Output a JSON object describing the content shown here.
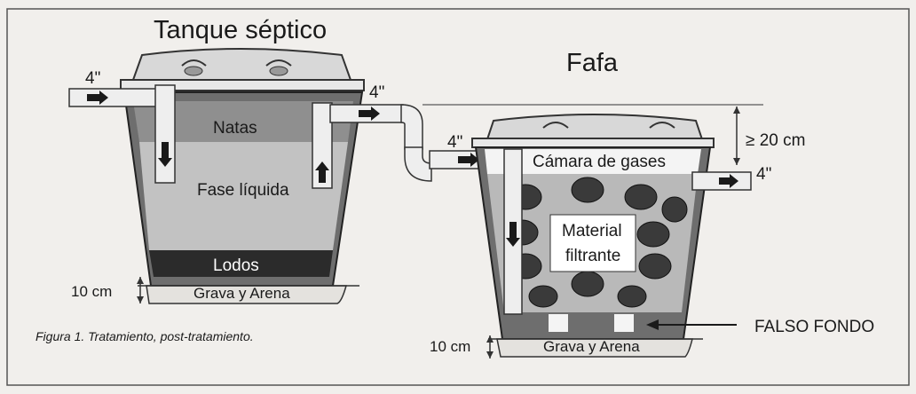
{
  "diagram": {
    "septic_tank_title": "Tanque séptico",
    "filter_title": "Fafa",
    "layers": {
      "natas": "Natas",
      "fase_liquida": "Fase líquida",
      "lodos": "Lodos"
    },
    "gravel_label": "Grava y Arena",
    "gravel_label_2": "Grava y Arena",
    "gas_chamber": "Cámara de gases",
    "filter_material_line1": "Material",
    "filter_material_line2": "filtrante",
    "false_bottom": "FALSO FONDO",
    "min_height": "≥ 20 cm",
    "pipe_inlet": "4\"",
    "pipe_transfer": "4\"",
    "pipe_filter_inlet": "4\"",
    "pipe_outlet": "4\"",
    "depth_left": "10 cm",
    "depth_right": "10 cm",
    "caption": "Figura 1. Tratamiento, post-tratamiento."
  },
  "colors": {
    "natas": "#8f8f8f",
    "liquid": "#c2c2c2",
    "sludge": "#2b2b2b",
    "gravel": "#e4e2de",
    "tank_wall": "#6e6e6e",
    "pipe": "#eeeeee",
    "arrow": "#1a1a1a",
    "background": "#f1efec"
  }
}
